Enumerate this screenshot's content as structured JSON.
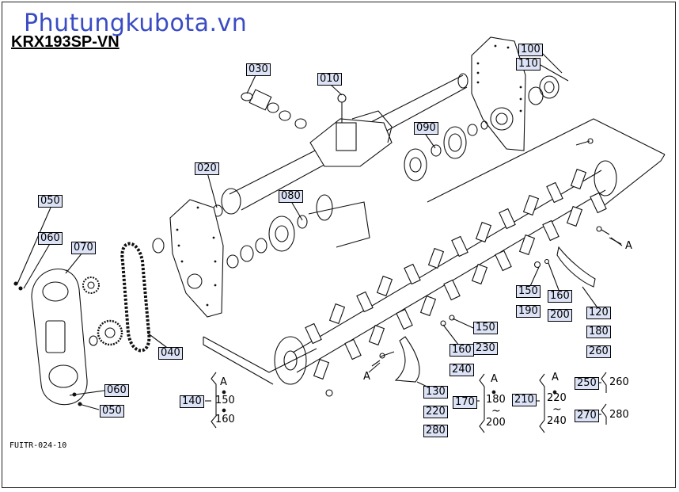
{
  "header": {
    "watermark": "Phutungkubota.vn",
    "model": "KRX193SP-VN",
    "figure_code": "FUITR-024-10"
  },
  "callouts": {
    "p030": "030",
    "p010": "010",
    "p100": "100",
    "p110": "110",
    "p090": "090",
    "p020": "020",
    "p080": "080",
    "p050_top": "050",
    "p060_top": "060",
    "p070": "070",
    "p040": "040",
    "p060_bottom": "060",
    "p050_bottom": "050",
    "p150_a": "150",
    "p190": "190",
    "p160_a": "160",
    "p200": "200",
    "p120": "120",
    "p180_a": "180",
    "p260_a": "260",
    "p150_b": "150",
    "p230": "230",
    "p160_b": "160",
    "p240_a": "240",
    "p130": "130",
    "p220_a": "220",
    "p280_a": "280"
  },
  "groups": {
    "g140": {
      "key": "140",
      "items": [
        "A",
        "150",
        "160"
      ]
    },
    "g170": {
      "key": "170",
      "items": [
        "A",
        "180",
        "~",
        "200"
      ]
    },
    "g210": {
      "key": "210",
      "items": [
        "A",
        "220",
        "~",
        "240"
      ]
    },
    "g250": {
      "key": "250",
      "item": "260"
    },
    "g270": {
      "key": "270",
      "item": "280"
    }
  },
  "markers": {
    "a1": "A",
    "a2": "A"
  }
}
